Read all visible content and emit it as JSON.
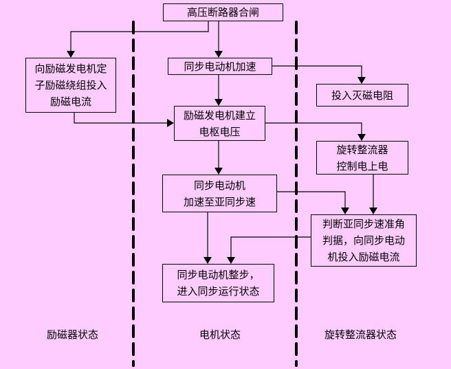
{
  "diagram": {
    "background_color": "#FFCCFF",
    "line_color": "#000000",
    "lanes": [
      {
        "id": "exciter",
        "label": "励磁器状态"
      },
      {
        "id": "motor",
        "label": "电机状态"
      },
      {
        "id": "rectifier",
        "label": "旋转整流器状态"
      }
    ],
    "nodes": {
      "breaker_close": {
        "lane": "motor",
        "lines": [
          "高压断路器合闸"
        ]
      },
      "motor_accelerate": {
        "lane": "motor",
        "lines": [
          "同步电动机加速"
        ]
      },
      "stator_excitation": {
        "lane": "exciter",
        "lines": [
          "向励磁发电机定",
          "子励磁绕组投入",
          "励磁电流"
        ]
      },
      "armature_voltage": {
        "lane": "motor",
        "lines": [
          "励磁发电机建立",
          "电枢电压"
        ]
      },
      "discharge_resistor": {
        "lane": "rectifier",
        "lines": [
          "投入灭磁电阻"
        ]
      },
      "rectifier_power_on": {
        "lane": "rectifier",
        "lines": [
          "旋转整流器",
          "控制电上电"
        ]
      },
      "subsync_speed": {
        "lane": "motor",
        "lines": [
          "同步电动机",
          "加速至亚同步速"
        ]
      },
      "judge_subsync": {
        "lane": "rectifier",
        "lines": [
          "判断亚同步速准角",
          "判据，向同步电动",
          "机投入励磁电流"
        ]
      },
      "synchronized": {
        "lane": "motor",
        "lines": [
          "同步电动机整步，",
          "进入同步运行状态"
        ]
      }
    },
    "edges": [
      {
        "from": "breaker_close",
        "to": "motor_accelerate"
      },
      {
        "from": "breaker_close",
        "to": "stator_excitation"
      },
      {
        "from": "motor_accelerate",
        "to": "armature_voltage"
      },
      {
        "from": "motor_accelerate",
        "to": "discharge_resistor"
      },
      {
        "from": "stator_excitation",
        "to": "armature_voltage"
      },
      {
        "from": "armature_voltage",
        "to": "subsync_speed"
      },
      {
        "from": "armature_voltage",
        "to": "rectifier_power_on"
      },
      {
        "from": "subsync_speed",
        "to": "judge_subsync"
      },
      {
        "from": "rectifier_power_on",
        "to": "judge_subsync"
      },
      {
        "from": "subsync_speed",
        "to": "synchronized"
      },
      {
        "from": "judge_subsync",
        "to": "synchronized"
      }
    ]
  }
}
